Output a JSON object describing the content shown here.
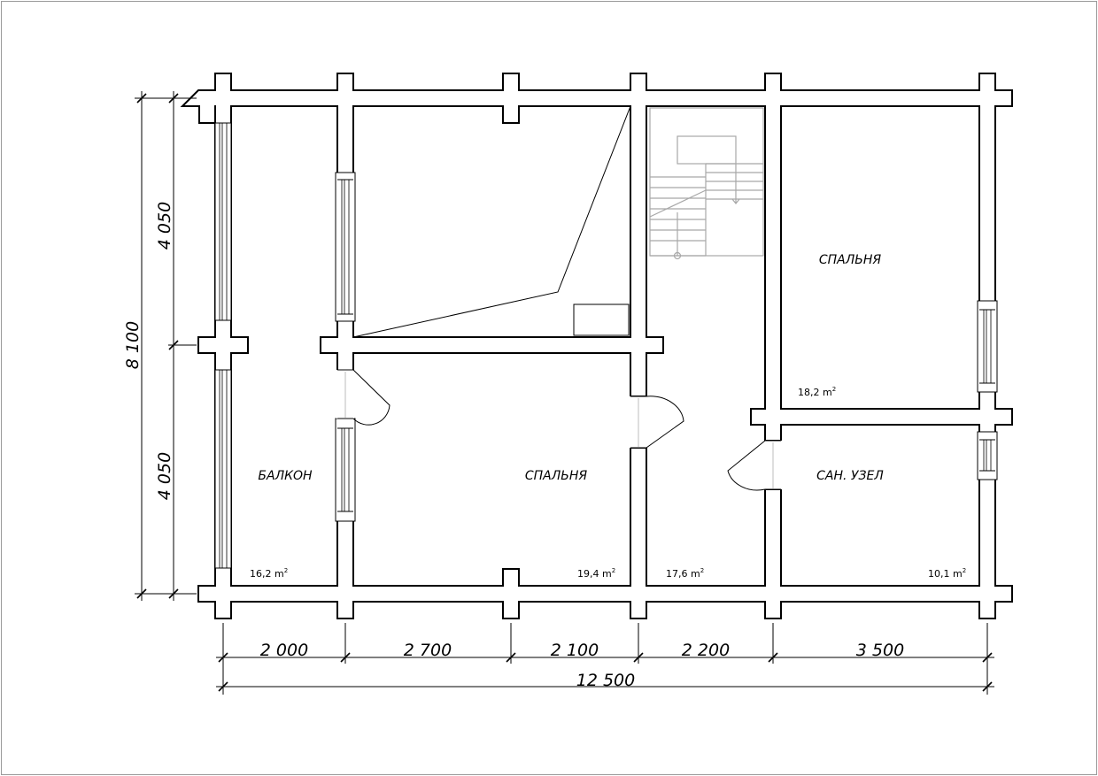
{
  "plan": {
    "rooms": [
      {
        "label": "БАЛКОН",
        "area": "16,2 m",
        "area_unit_sup": "2"
      },
      {
        "label": "СПАЛЬНЯ",
        "area": "19,4 m",
        "area_unit_sup": "2"
      },
      {
        "label": "",
        "area": "17,6 m",
        "area_unit_sup": "2"
      },
      {
        "label": "СПАЛЬНЯ",
        "area": "18,2 m",
        "area_unit_sup": "2"
      },
      {
        "label": "САН. УЗЕЛ",
        "area": "10,1 m",
        "area_unit_sup": "2"
      }
    ],
    "dimensions": {
      "horizontal_segments": [
        "2 000",
        "2 700",
        "2 100",
        "2 200",
        "3 500"
      ],
      "horizontal_total": "12 500",
      "vertical_segments": [
        "4 050",
        "4 050"
      ],
      "vertical_total": "8 100"
    }
  }
}
